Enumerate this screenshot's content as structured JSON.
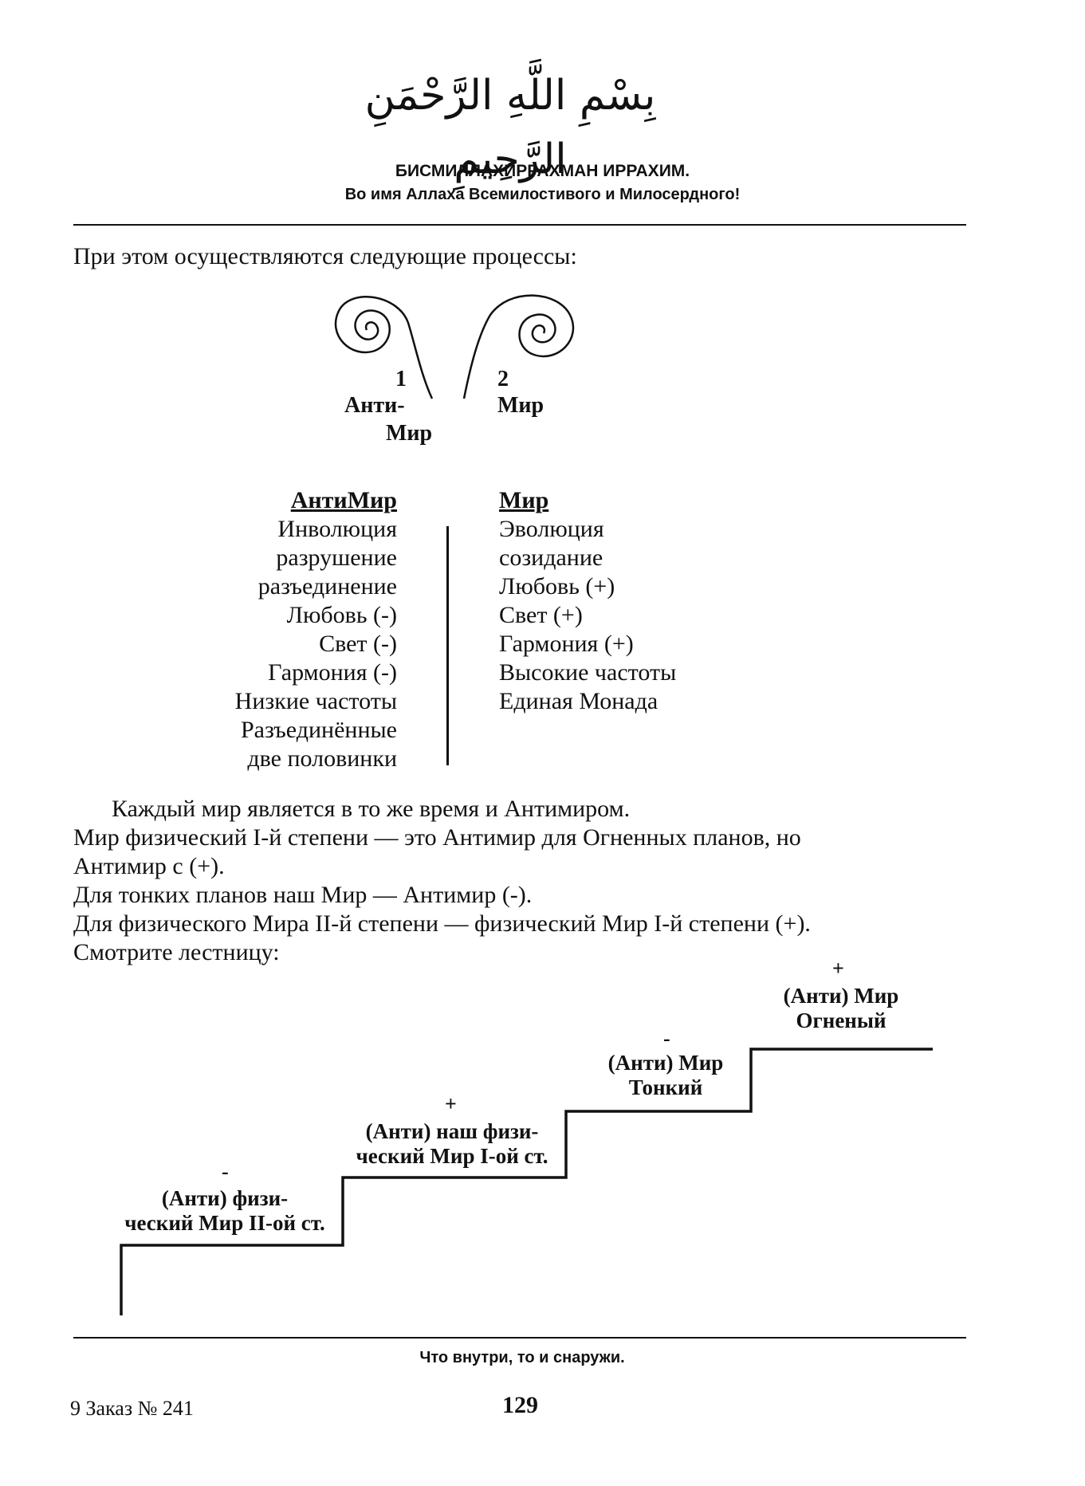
{
  "header": {
    "arabic": "بِسْمِ اللَّهِ الرَّحْمَنِ الرَّحِيمِ",
    "title": "БИСМИЛЛАХИРРАХМАН ИРРАХИМ.",
    "subtitle": "Во имя Аллаха Всемилостивого и Милосердного!"
  },
  "intro": "При этом осуществляются следующие процессы:",
  "spirals": {
    "left_num": "1",
    "left_label_1": "Анти-",
    "left_label_2": "Мир",
    "right_num": "2",
    "right_label": "Мир"
  },
  "table": {
    "left_heading": "АнтиМир",
    "left_items": [
      "Инволюция",
      "разрушение",
      "разъединение",
      "Любовь (-)",
      "Свет (-)",
      "Гармония (-)",
      "Низкие частоты",
      "Разъединённые",
      "две половинки"
    ],
    "right_heading": "Мир",
    "right_items": [
      "Эволюция",
      "созидание",
      "Любовь (+)",
      "Свет (+)",
      "Гармония (+)",
      "Высокие частоты",
      "Единая Монада"
    ]
  },
  "body": {
    "line1": "Каждый мир является в то же время и Антимиром.",
    "line2": "Мир физический І-й степени — это Антимир для Огненных планов, но",
    "line3": "Антимир с (+).",
    "line4": "Для тонких планов наш Мир — Антимир (-).",
    "line5": "Для физического Мира ІІ-й степени — физический Мир І-й степени (+).",
    "line6": "Смотрите лестницу:"
  },
  "stairs": {
    "step1_sign": "-",
    "step1_line1": "(Анти) физи-",
    "step1_line2": "ческий Мир ІІ-ой ст.",
    "step2_sign": "+",
    "step2_line1": "(Анти) наш физи-",
    "step2_line2": "ческий Мир І-ой ст.",
    "step3_sign": "-",
    "step3_line1": "(Анти) Мир",
    "step3_line2": "Тонкий",
    "step4_sign": "+",
    "step4_line1": "(Анти) Мир",
    "step4_line2": "Огненый"
  },
  "footer": {
    "motto": "Что внутри, то и снаружи.",
    "order": "9 Заказ № 241",
    "page_number": "129"
  }
}
